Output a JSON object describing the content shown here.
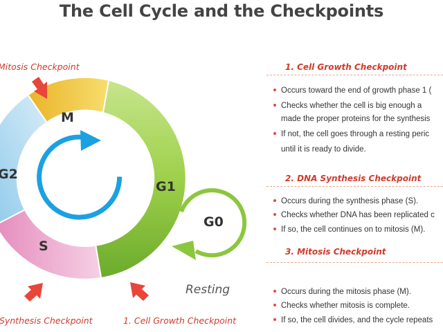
{
  "title": "The Cell Cycle and the Checkpoints",
  "colors": {
    "accent_red": "#e8463a",
    "heading_red": "#cf3b2b",
    "g1_green": "#8cc63f",
    "g0_green": "#8cc63f",
    "m_yellow": "#f1c232",
    "g2_blue": "#a9d4ee",
    "s_pink": "#e99bc6",
    "arrow_blue": "#1ba1e2"
  },
  "diagram": {
    "phases": {
      "m": "M",
      "g2": "G2",
      "s": "S",
      "g1": "G1",
      "g0": "G0"
    },
    "resting_label": "Resting",
    "checkpoint_labels": {
      "mitosis": "Mitosis Checkpoint",
      "synthesis": "Synthesis Checkpoint",
      "growth": "1. Cell Growth Checkpoint"
    }
  },
  "sections": [
    {
      "title": "1. Cell Growth Checkpoint",
      "bullets": [
        "Occurs toward the end of growth phase 1 (",
        "Checks whether the cell is big enough a",
        "If not, the cell goes through a resting peric"
      ],
      "continuations": [
        "made the proper proteins for the synthesis",
        "until it is ready to divide."
      ]
    },
    {
      "title": "2. DNA Synthesis Checkpoint",
      "bullets": [
        "Occurs during the synthesis phase (S).",
        "Checks whether DNA has been replicated c",
        "If so, the cell continues on to mitosis (M)."
      ]
    },
    {
      "title": "3. Mitosis Checkpoint",
      "bullets": [
        "Occurs during the mitosis phase (M).",
        "Checks whether mitosis is complete.",
        "If so, the cell divides, and the cycle repeats"
      ]
    }
  ]
}
